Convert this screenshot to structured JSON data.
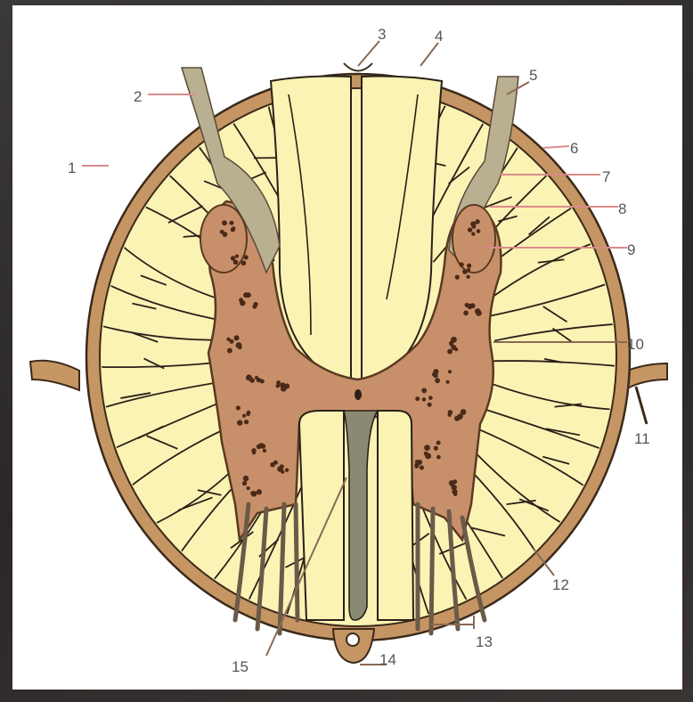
{
  "colors": {
    "white_matter": "#faf3b4",
    "gray_matter": "#c8906a",
    "membrane": "#c59563",
    "outline": "#3b2a1a",
    "leader_red": "#d98b8b",
    "leader_dark": "#8a6a55",
    "label_text": "#555555"
  },
  "labels": [
    "1",
    "2",
    "3",
    "4",
    "5",
    "6",
    "7",
    "8",
    "9",
    "10",
    "11",
    "12",
    "13",
    "14",
    "15"
  ]
}
